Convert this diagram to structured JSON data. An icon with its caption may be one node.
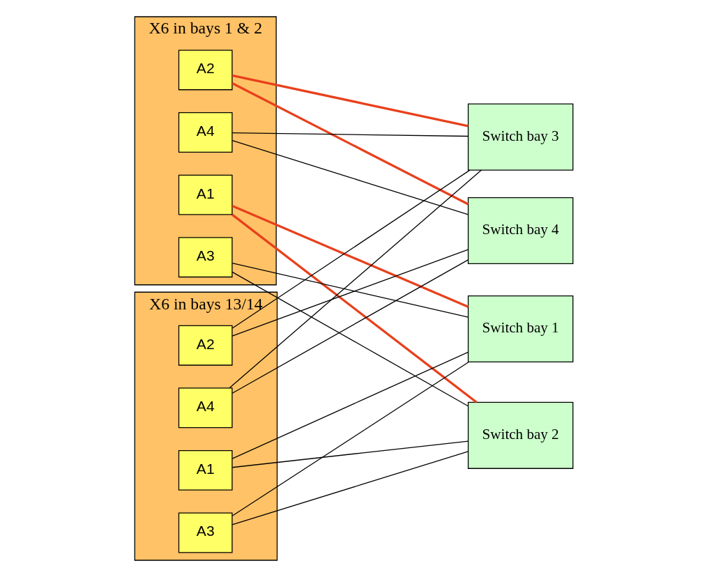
{
  "diagram": {
    "nodes": [
      {
        "text": [
          "X6 in bays 1 & 2"
        ]
      },
      {
        "text": [
          "A1"
        ],
        "in": 0
      },
      {
        "text": [
          "A2"
        ],
        "in": 0
      },
      {
        "text": [
          "A3"
        ],
        "in": 0
      },
      {
        "text": [
          "A4"
        ],
        "in": 0
      },
      {
        "text": [
          "X6 in bays 13/14"
        ]
      },
      {
        "text": [
          "A1"
        ],
        "in": 5
      },
      {
        "text": [
          "A2"
        ],
        "in": 5
      },
      {
        "text": [
          "A3"
        ],
        "in": 5
      },
      {
        "text": [
          "A4"
        ],
        "in": 5
      },
      {
        "text": [
          "Switch bay 1"
        ]
      },
      {
        "text": [
          "Switch bay 3"
        ]
      },
      {
        "text": [
          "Switch bay 2"
        ]
      },
      {
        "text": [
          "Switch bay 4"
        ]
      }
    ],
    "edges": [
      {
        "from": 1,
        "to": 10,
        "arrow": "none",
        "style": "thick",
        "color": "#e8401c"
      },
      {
        "from": 1,
        "to": 12,
        "arrow": "none",
        "style": "thick",
        "color": "#e8401c"
      },
      {
        "from": 2,
        "to": 11,
        "arrow": "none",
        "style": "thick",
        "color": "#e8401c"
      },
      {
        "from": 2,
        "to": 13,
        "arrow": "none",
        "style": "thick",
        "color": "#e8401c"
      },
      {
        "from": 3,
        "to": 10,
        "arrow": "none"
      },
      {
        "from": 3,
        "to": 12,
        "arrow": "none"
      },
      {
        "from": 4,
        "to": 11,
        "arrow": "none"
      },
      {
        "from": 4,
        "to": 13,
        "arrow": "none"
      },
      {
        "from": 6,
        "to": 10,
        "arrow": "none"
      },
      {
        "from": 6,
        "to": 12,
        "arrow": "none"
      },
      {
        "from": 7,
        "to": 11,
        "arrow": "none"
      },
      {
        "from": 7,
        "to": 13,
        "arrow": "none"
      },
      {
        "from": 8,
        "to": 10,
        "arrow": "none"
      },
      {
        "from": 8,
        "to": 12,
        "arrow": "none"
      },
      {
        "from": 9,
        "to": 11,
        "arrow": "none"
      },
      {
        "from": 9,
        "to": 13,
        "arrow": "none"
      }
    ]
  }
}
